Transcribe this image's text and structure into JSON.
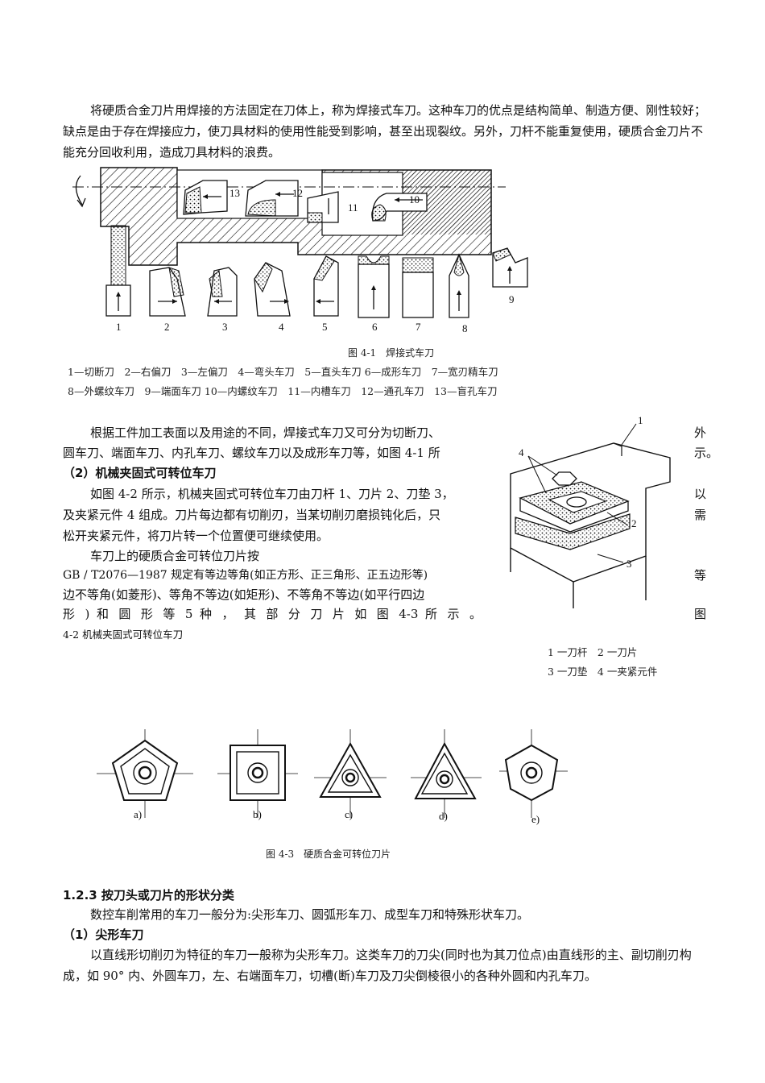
{
  "p1": "将硬质合金刀片用焊接的方法固定在刀体上，称为焊接式车刀。这种车刀的优点是结构简单、制造方便、刚性较好；缺点是由于存在焊接应力，使刀具材料的使用性能受到影响，甚至出现裂纹。另外，刀杆不能重复使用，硬质合金刀片不能充分回收利用，造成刀具材料的浪费。",
  "fig1": {
    "caption": "图 4-1　焊接式车刀",
    "legend1": "1—切断刀　2—右偏刀　3—左偏刀　4—弯头车刀　5—直头车刀 6—成形车刀　7—宽刃精车刀",
    "legend2": "8—外螺纹车刀　9—端面车刀 10—内螺纹车刀　11—内槽车刀　12—通孔车刀　13—盲孔车刀",
    "labels_bottom": [
      "1",
      "2",
      "3",
      "4",
      "5",
      "6",
      "7",
      "8",
      "9"
    ],
    "labels_top": [
      "13",
      "12",
      "11",
      "10"
    ]
  },
  "p2": {
    "l1": "根据工件加工表面以及用途的不同，焊接式车刀又可分为切断刀、",
    "l1_tail": "外",
    "l2": "圆车刀、端面车刀、内孔车刀、螺纹车刀以及成形车刀等，如图 4-1 所",
    "l2_tail": "示。"
  },
  "h2": "（2）机械夹固式可转位车刀",
  "p3": {
    "l1": "如图 4-2 所示，机械夹固式可转位车刀由刀杆 1、刀片 2、刀垫 3，",
    "l1_tail": "以",
    "l2": "及夹紧元件 4 组成。刀片每边都有切削刃，当某切削刃磨损钝化后，只",
    "l2_tail": "需",
    "l3": "松开夹紧元件，将刀片转一个位置便可继续使用。"
  },
  "p4": {
    "l1": "车刀上的硬质合金可转位刀片按",
    "l2": "GB / T2076—1987 规定有等边等角(如正方形、正三角形、正五边形等)",
    "l2_tail": "等",
    "l3": "边不等角(如菱形)、等角不等边(如矩形)、不等角不等边(如平行四边",
    "l4": "形 ) 和 圆 形 等 5 种 ， 其 部 分 刀 片 如 图 4-3 所 示 。",
    "l4_tail": "图",
    "l5": "4-2 机械夹固式可转位车刀"
  },
  "fig2": {
    "labels": [
      "1",
      "2",
      "3",
      "4"
    ],
    "legend1": "1 一刀杆　2 一刀片",
    "legend2": "3 一刀垫　4 一夹紧元件"
  },
  "fig3": {
    "caption": "图 4-3　硬质合金可转位刀片",
    "labels": [
      "a)",
      "b)",
      "c)",
      "d)",
      "e)"
    ]
  },
  "h3": "1.2.3 按刀头或刀片的形状分类",
  "p5": "数控车削常用的车刀一般分为:尖形车刀、圆弧形车刀、成型车刀和特殊形状车刀。",
  "h4": "（1）尖形车刀",
  "p6": "以直线形切削刃为特征的车刀一般称为尖形车刀。这类车刀的刀尖(同时也为其刀位点)由直线形的主、副切削刃构成，如 90° 内、外圆车刀，左、右端面车刀，切槽(断)车刀及刀尖倒棱很小的各种外圆和内孔车刀。"
}
